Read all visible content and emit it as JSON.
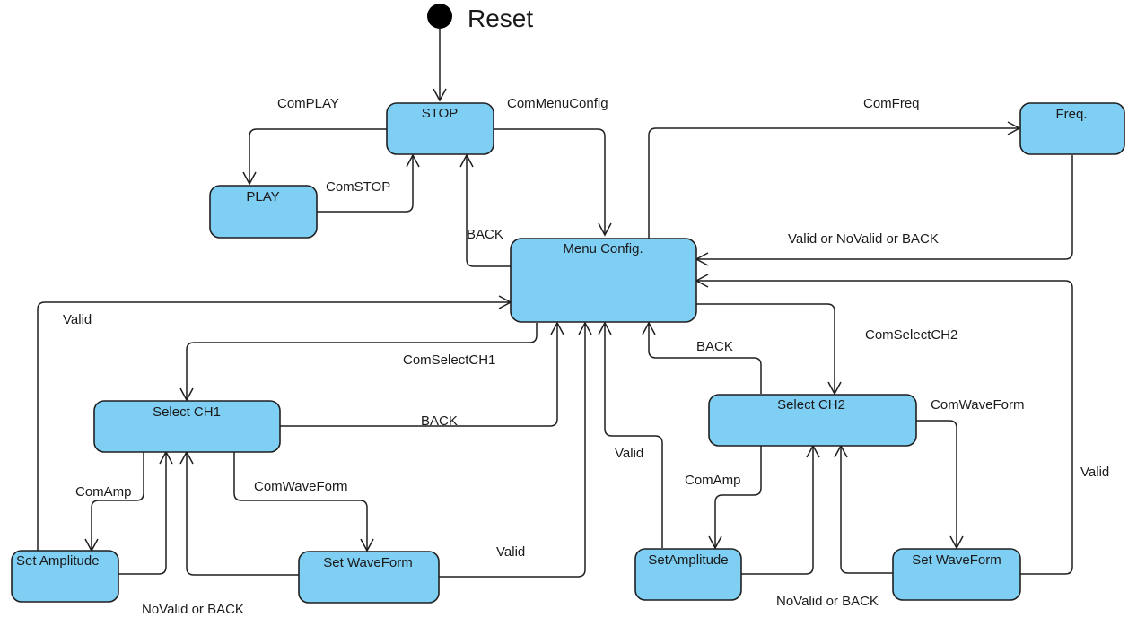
{
  "initial": {
    "label": "Reset"
  },
  "states": {
    "stop": "STOP",
    "play": "PLAY",
    "menu": "Menu Config.",
    "freq": "Freq.",
    "ch1": "Select CH1",
    "ch2": "Select CH2",
    "amp1": "Set Amplitude",
    "wave1": "Set WaveForm",
    "amp2": "SetAmplitude",
    "wave2": "Set WaveForm"
  },
  "edges": {
    "com_play": "ComPLAY",
    "com_stop": "ComSTOP",
    "com_menu_config": "ComMenuConfig",
    "com_freq": "ComFreq",
    "back_stop": "BACK",
    "freq_back": "Valid or NoValid or BACK",
    "valid_amp1": "Valid",
    "com_select_ch1": "ComSelectCH1",
    "back_ch1": "BACK",
    "com_amp1": "ComAmp",
    "com_wave1": "ComWaveForm",
    "valid_wave1": "Valid",
    "novalid_ch1": "NoValid or BACK",
    "back_ch2": "BACK",
    "com_select_ch2": "ComSelectCH2",
    "com_wave2": "ComWaveForm",
    "valid_amp2": "Valid",
    "com_amp2": "ComAmp",
    "valid_wave2": "Valid",
    "novalid_ch2": "NoValid or BACK"
  }
}
